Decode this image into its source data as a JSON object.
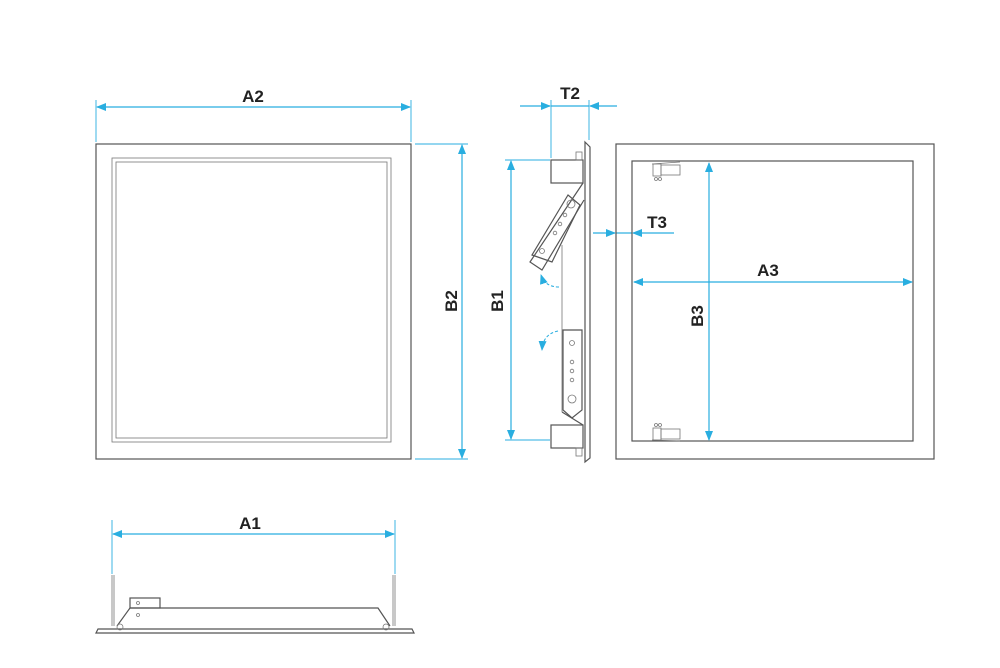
{
  "labels": {
    "a1": "A1",
    "a2": "A2",
    "a3": "A3",
    "b1": "B1",
    "b2": "B2",
    "b3": "B3",
    "t2": "T2",
    "t3": "T3"
  },
  "colors": {
    "dimension": "#29aee0",
    "outline": "#555555"
  }
}
